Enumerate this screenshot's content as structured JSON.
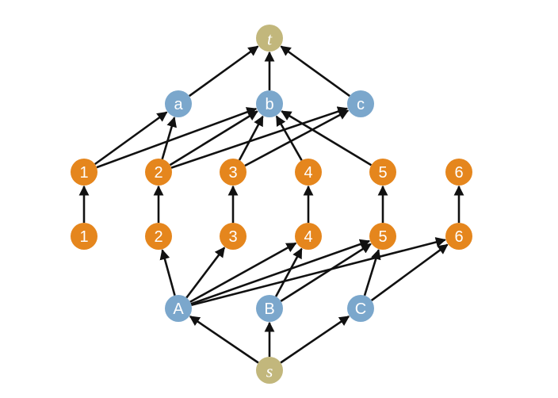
{
  "colors": {
    "terminal": "#c2b77c",
    "letter_node": "#7ba7cc",
    "number_node": "#e5861d",
    "edge": "#111111",
    "label": "#ffffff"
  },
  "nodes": [
    {
      "id": "t",
      "label": "t",
      "group": "terminal",
      "italic": true
    },
    {
      "id": "a",
      "label": "a",
      "group": "letter_node"
    },
    {
      "id": "b",
      "label": "b",
      "group": "letter_node"
    },
    {
      "id": "c",
      "label": "c",
      "group": "letter_node"
    },
    {
      "id": "u1",
      "label": "1",
      "group": "number_node"
    },
    {
      "id": "u2",
      "label": "2",
      "group": "number_node"
    },
    {
      "id": "u3",
      "label": "3",
      "group": "number_node"
    },
    {
      "id": "u4",
      "label": "4",
      "group": "number_node"
    },
    {
      "id": "u5",
      "label": "5",
      "group": "number_node"
    },
    {
      "id": "u6",
      "label": "6",
      "group": "number_node"
    },
    {
      "id": "l1",
      "label": "1",
      "group": "number_node"
    },
    {
      "id": "l2",
      "label": "2",
      "group": "number_node"
    },
    {
      "id": "l3",
      "label": "3",
      "group": "number_node"
    },
    {
      "id": "l4",
      "label": "4",
      "group": "number_node"
    },
    {
      "id": "l5",
      "label": "5",
      "group": "number_node"
    },
    {
      "id": "l6",
      "label": "6",
      "group": "number_node"
    },
    {
      "id": "A",
      "label": "A",
      "group": "letter_node"
    },
    {
      "id": "B",
      "label": "B",
      "group": "letter_node"
    },
    {
      "id": "C",
      "label": "C",
      "group": "letter_node"
    },
    {
      "id": "s",
      "label": "s",
      "group": "terminal",
      "italic": true
    }
  ],
  "edges": [
    {
      "from": "s",
      "to": "A"
    },
    {
      "from": "s",
      "to": "B"
    },
    {
      "from": "s",
      "to": "C"
    },
    {
      "from": "A",
      "to": "l2"
    },
    {
      "from": "A",
      "to": "l3"
    },
    {
      "from": "A",
      "to": "l4"
    },
    {
      "from": "A",
      "to": "l5"
    },
    {
      "from": "A",
      "to": "l6"
    },
    {
      "from": "B",
      "to": "l4"
    },
    {
      "from": "B",
      "to": "l5"
    },
    {
      "from": "C",
      "to": "l5"
    },
    {
      "from": "C",
      "to": "l6"
    },
    {
      "from": "l1",
      "to": "u1"
    },
    {
      "from": "l2",
      "to": "u2"
    },
    {
      "from": "l3",
      "to": "u3"
    },
    {
      "from": "l4",
      "to": "u4"
    },
    {
      "from": "l5",
      "to": "u5"
    },
    {
      "from": "l6",
      "to": "u6"
    },
    {
      "from": "u1",
      "to": "a"
    },
    {
      "from": "u1",
      "to": "b"
    },
    {
      "from": "u2",
      "to": "a"
    },
    {
      "from": "u2",
      "to": "b"
    },
    {
      "from": "u2",
      "to": "c"
    },
    {
      "from": "u3",
      "to": "b"
    },
    {
      "from": "u3",
      "to": "c"
    },
    {
      "from": "u4",
      "to": "b"
    },
    {
      "from": "u5",
      "to": "b"
    },
    {
      "from": "a",
      "to": "t"
    },
    {
      "from": "b",
      "to": "t"
    },
    {
      "from": "c",
      "to": "t"
    }
  ]
}
